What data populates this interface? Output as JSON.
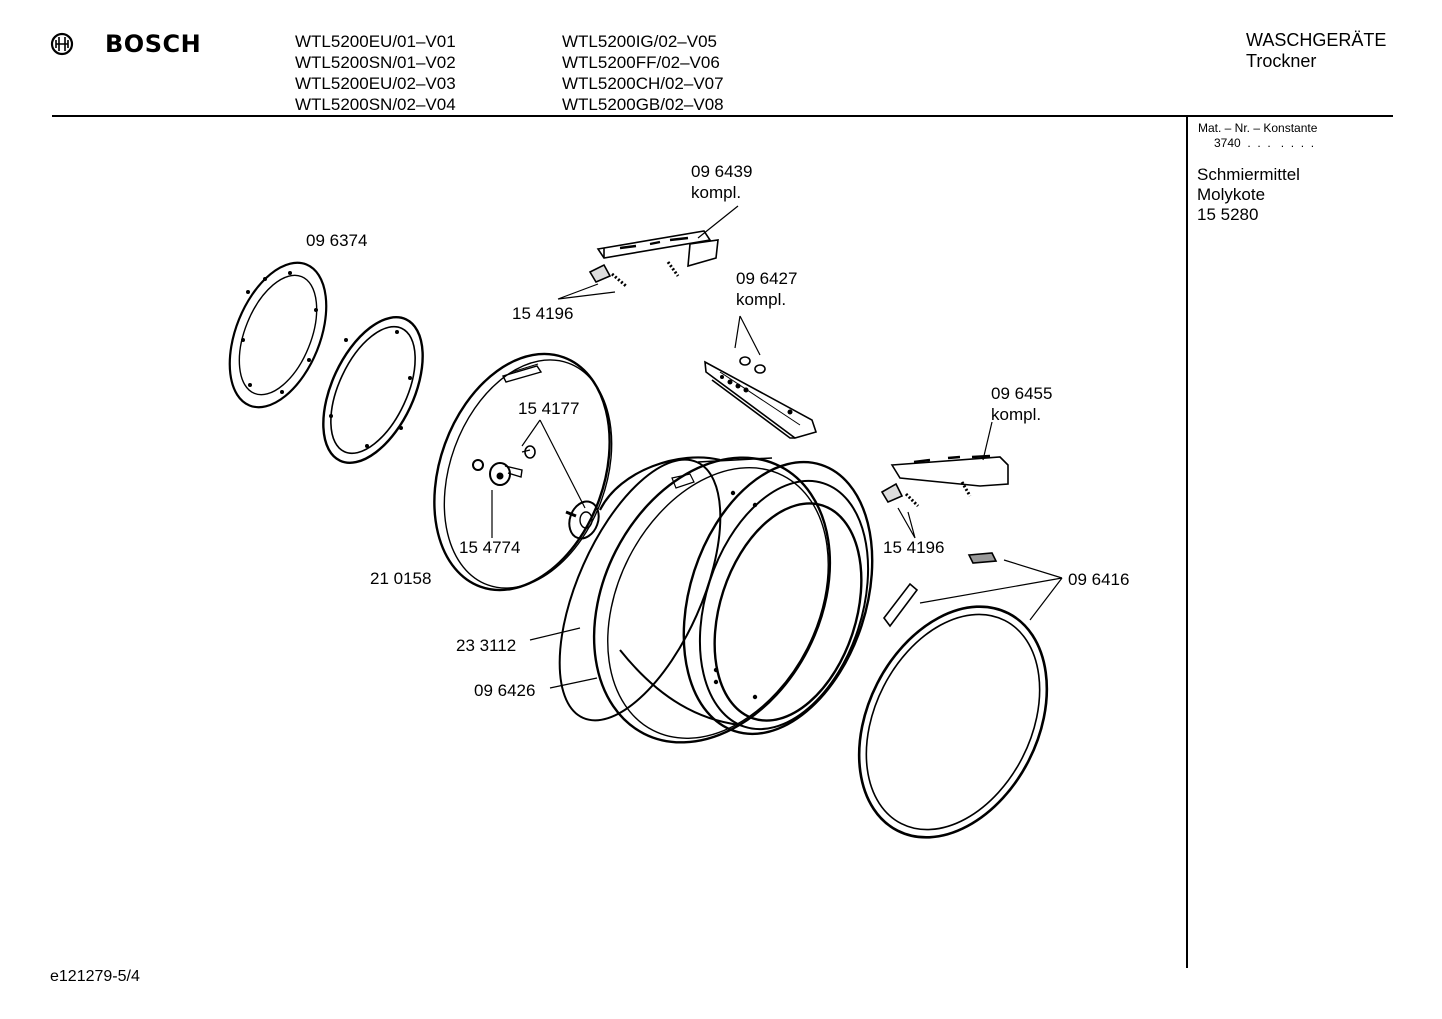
{
  "header": {
    "brand": "BOSCH",
    "models_col1": [
      "WTL5200EU/01–V01",
      "WTL5200SN/01–V02",
      "WTL5200EU/02–V03",
      "WTL5200SN/02–V04"
    ],
    "models_col2": [
      "WTL5200IG/02–V05",
      "WTL5200FF/02–V06",
      "WTL5200CH/02–V07",
      "WTL5200GB/02–V08"
    ],
    "category": "WASCHGERÄTE",
    "subcategory": "Trockner"
  },
  "side_panel": {
    "mat_label": "Mat. – Nr. – Konstante",
    "mat_value": "3740  .  .  .   .  .  .  .",
    "lubricant_lines": [
      "Schmiermittel",
      "Molykote",
      "15 5280"
    ]
  },
  "part_labels": {
    "p096439": [
      "09 6439",
      "kompl."
    ],
    "p096374": "09 6374",
    "p154196_top": "15 4196",
    "p096427": [
      "09 6427",
      "kompl."
    ],
    "p154177": "15 4177",
    "p096455": [
      "09 6455",
      "kompl."
    ],
    "p154774": "15 4774",
    "p154196_right": "15 4196",
    "p210158": "21 0158",
    "p096416": "09 6416",
    "p233112": "23 3112",
    "p096426": "09 6426"
  },
  "footer": {
    "drawing_id": "e121279-5/4"
  }
}
